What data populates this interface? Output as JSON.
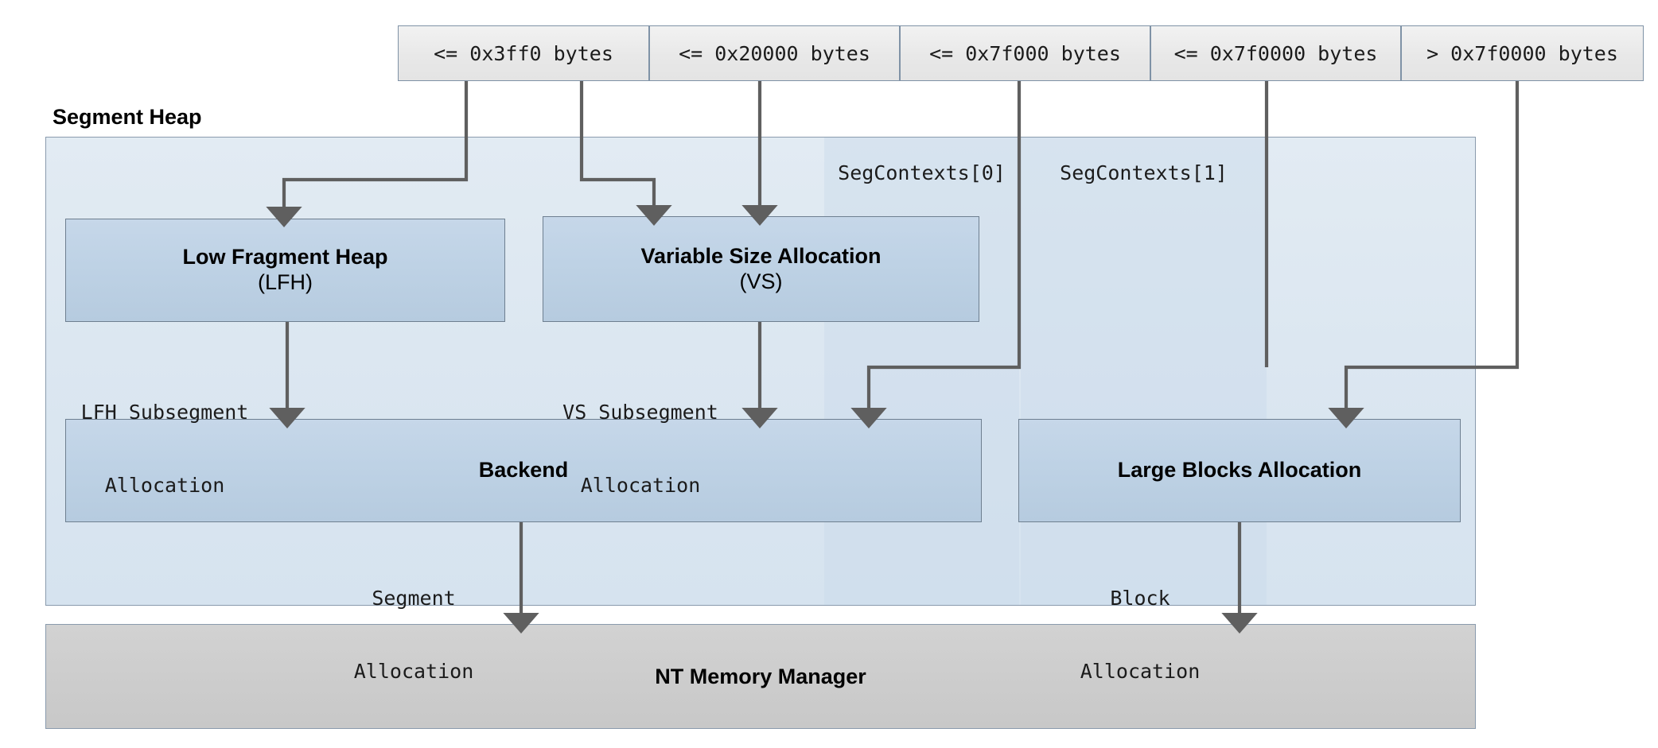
{
  "diagram": {
    "title": "Segment Heap",
    "size_buckets": [
      {
        "label": "<= 0x3ff0 bytes"
      },
      {
        "label": "<= 0x20000 bytes"
      },
      {
        "label": "<= 0x7f000 bytes"
      },
      {
        "label": "<= 0x7f0000 bytes"
      },
      {
        "label": "> 0x7f0000 bytes"
      }
    ],
    "seg_contexts": [
      {
        "label": "SegContexts[0]"
      },
      {
        "label": "SegContexts[1]"
      }
    ],
    "components": {
      "lfh": {
        "line1": "Low Fragment Heap",
        "line2": "(LFH)"
      },
      "vs": {
        "line1": "Variable Size Allocation",
        "line2": "(VS)"
      },
      "backend": {
        "line1": "Backend",
        "line2": ""
      },
      "large_blocks": {
        "line1": "Large Blocks Allocation",
        "line2": ""
      },
      "nt_memory_manager": {
        "label": "NT Memory Manager"
      }
    },
    "edge_labels": [
      {
        "line1": "LFH Subsegment",
        "line2": "Allocation"
      },
      {
        "line1": "VS Subsegment",
        "line2": "Allocation"
      },
      {
        "line1": "Segment",
        "line2": "Allocation"
      },
      {
        "line1": "Block",
        "line2": "Allocation"
      }
    ],
    "colors": {
      "panel_fill": "#dce7f1",
      "panel_border": "#8a9bad",
      "component_fill": "#bed2e5",
      "component_border": "#6e7f90",
      "size_box_fill": "#e8e8e8",
      "size_box_border": "#7f92a6",
      "nt_fill": "#cdcdcd",
      "arrow": "#5f5f5f"
    }
  }
}
